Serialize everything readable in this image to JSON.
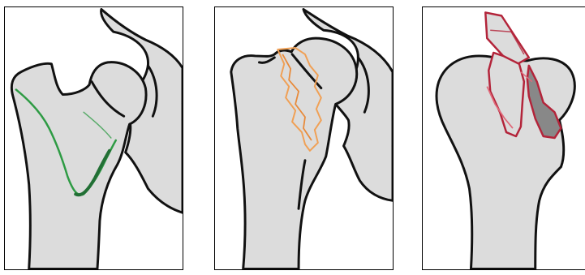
{
  "figure": {
    "panels": [
      {
        "id": "panel-1",
        "fracture_color": "#2e9b44",
        "fracture_icon": "fracture-line-icon"
      },
      {
        "id": "panel-2",
        "fracture_color": "#f0a055",
        "fracture_icon": "fracture-line-icon"
      },
      {
        "id": "panel-3",
        "fracture_color": "#b3243a",
        "fracture_icon": "fracture-fragment-icon"
      }
    ],
    "colors": {
      "bone": "#dcdcdc",
      "outline": "#111111",
      "background": "#ffffff",
      "fragment_fill": "#888888"
    }
  }
}
